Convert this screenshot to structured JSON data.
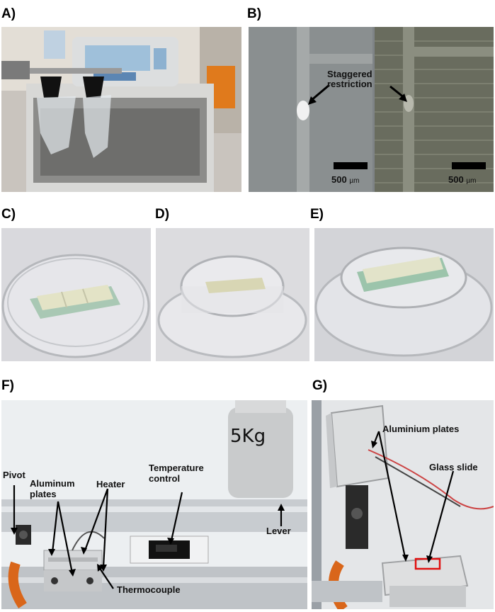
{
  "panels": {
    "a": {
      "label": "A)"
    },
    "b": {
      "label": "B)",
      "annotation": "Staggered\nrestriction",
      "scale_value": "500",
      "scale_unit": "µm"
    },
    "c": {
      "label": "C)"
    },
    "d": {
      "label": "D)"
    },
    "e": {
      "label": "E)"
    },
    "f": {
      "label": "F)",
      "weight_text": "5Kg",
      "labels": {
        "pivot": "Pivot",
        "aluminum_plates": "Aluminum\nplates",
        "heater": "Heater",
        "temperature_control": "Temperature\ncontrol",
        "lever": "Lever",
        "thermocouple": "Thermocouple"
      }
    },
    "g": {
      "label": "G)",
      "labels": {
        "aluminium_plates": "Aluminium plates",
        "glass_slide": "Glass slide"
      }
    }
  },
  "colors": {
    "highlight_box": "#e01010",
    "clip_black": "#111111",
    "lab_orange": "#e07a1c",
    "tube_orange": "#d9661a"
  }
}
